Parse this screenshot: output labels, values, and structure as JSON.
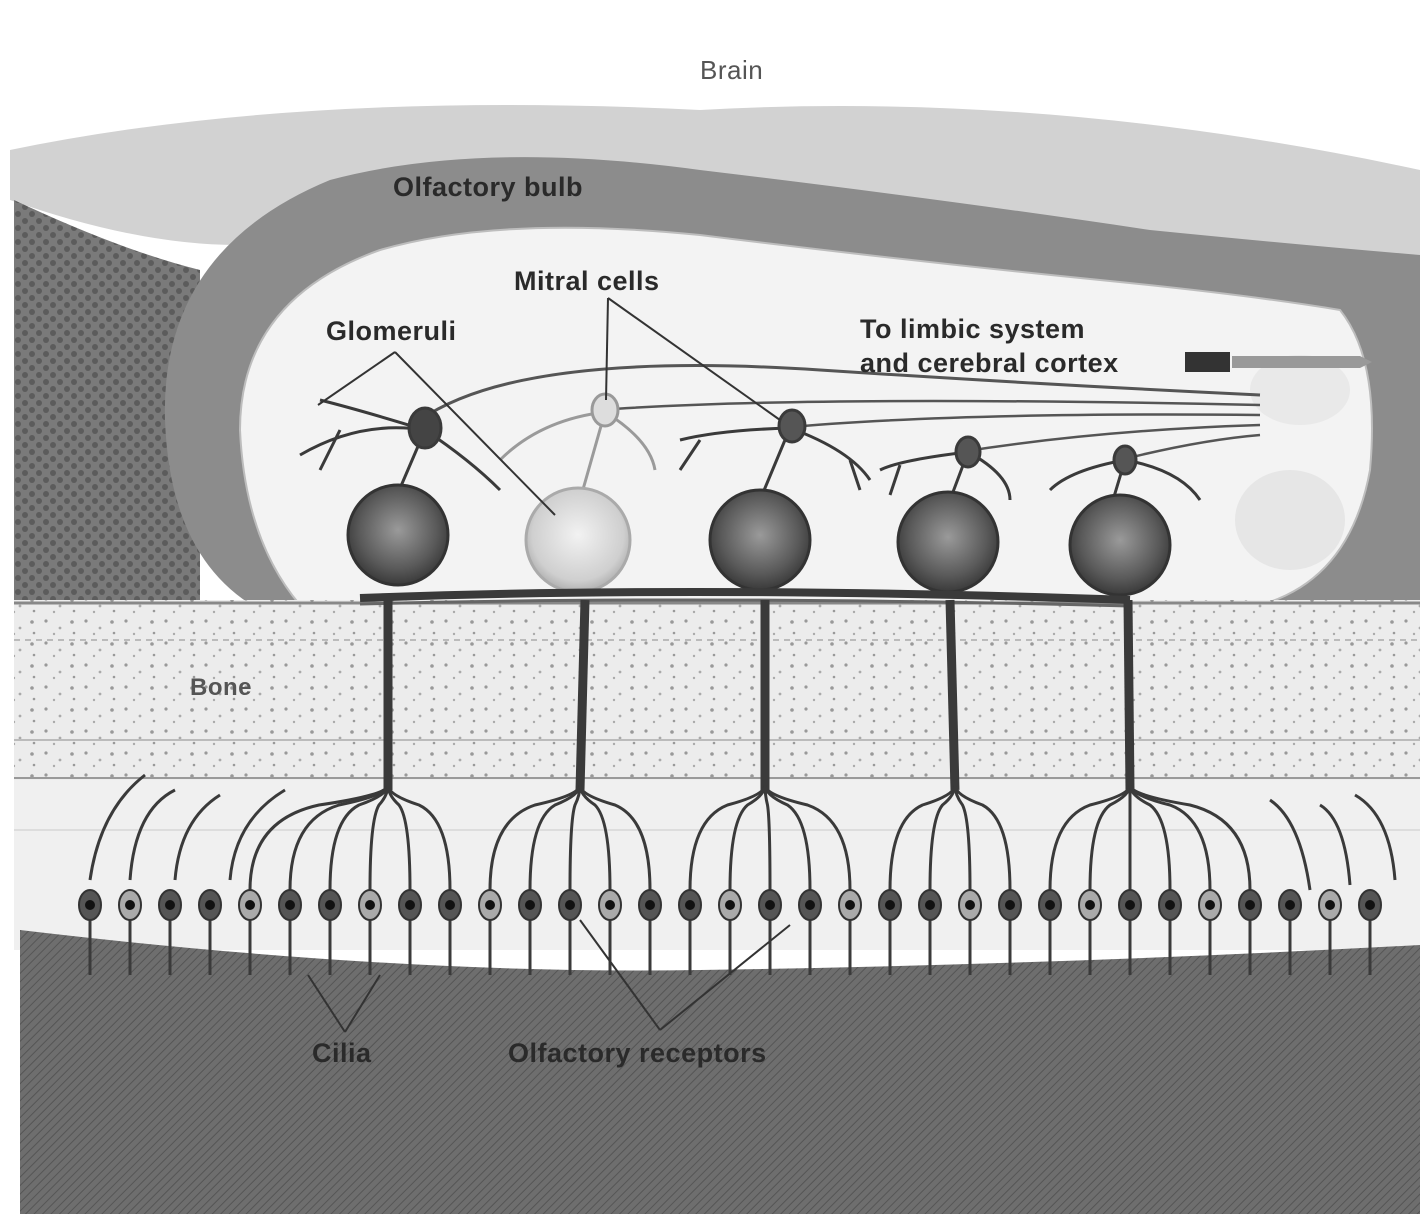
{
  "labels": {
    "brain": "Brain",
    "olfactory_bulb": "Olfactory bulb",
    "mitral_cells": "Mitral cells",
    "glomeruli": "Glomeruli",
    "to_limbic_line1": "To limbic system",
    "to_limbic_line2": "and cerebral cortex",
    "bone": "Bone",
    "cilia": "Cilia",
    "olfactory_receptors": "Olfactory receptors"
  },
  "colors": {
    "background": "#ffffff",
    "brain_tissue": "#c8c8c8",
    "bulb_wall": "#8a8a8a",
    "bulb_interior": "#f2f2f2",
    "bone_layer": "#e4e4e4",
    "epithelium": "#f0f0f0",
    "mucosa": "#707070",
    "neuron_dark": "#3a3a3a",
    "neuron_light": "#9a9a9a"
  }
}
